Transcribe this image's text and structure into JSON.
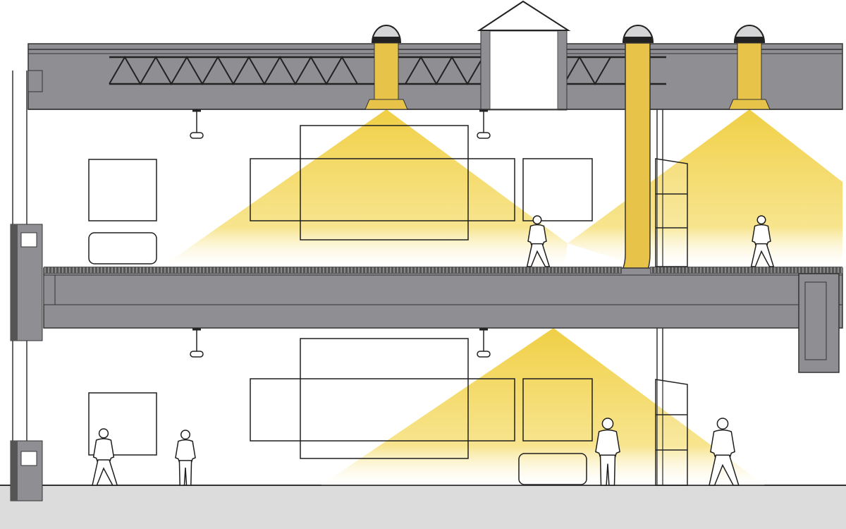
{
  "colors": {
    "structure_gray": "#8f8e93",
    "structure_dark": "#4a4a4d",
    "light_yellow": "#e8c34a",
    "cone_yellow": "#f2d45a",
    "ground": "#dcdcdc",
    "outline": "#1e1e1e"
  },
  "elements": {
    "solar_tubes": 3,
    "roof_monitor": 1,
    "people_upper_floor": 2,
    "people_lower_floor": 4
  }
}
